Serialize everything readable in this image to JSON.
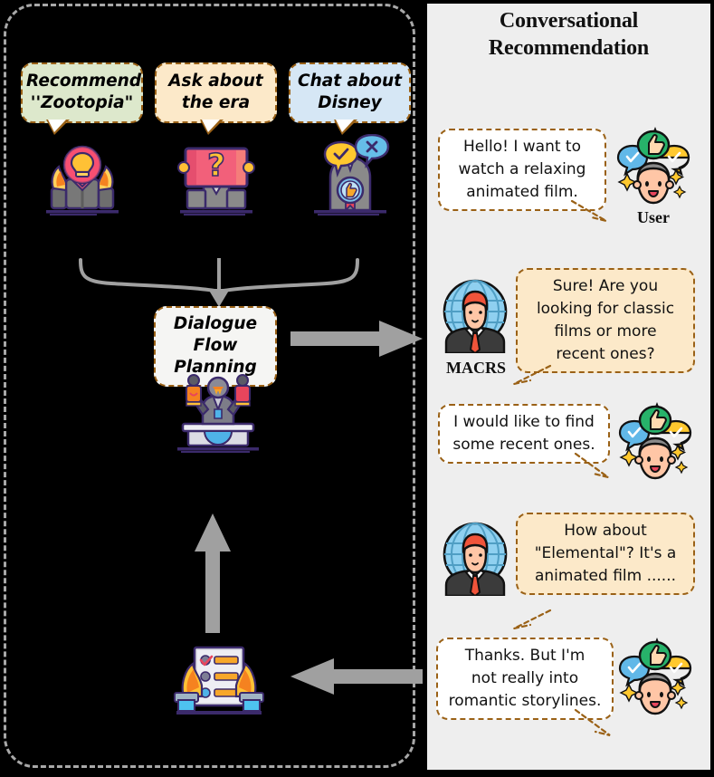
{
  "left_panel": {
    "agents": [
      {
        "label": "Recommend\n''Zootopia\"",
        "line1": "Recommend",
        "line2": "''Zootopia\"",
        "bubble_color": "#dde8cc",
        "icon": "lightbulb-hands-agent-icon"
      },
      {
        "label": "Ask about the era",
        "line1": "Ask about",
        "line2": "the era",
        "bubble_color": "#fce9c9",
        "icon": "question-screen-agent-icon"
      },
      {
        "label": "Chat about Disney",
        "line1": "Chat about",
        "line2": "Disney",
        "bubble_color": "#d6e7f5",
        "icon": "chat-approve-agent-icon"
      }
    ],
    "planner": {
      "line1": "Dialogue",
      "line2": "Flow Planning",
      "icon": "puppeteer-planner-icon"
    },
    "feedback": {
      "icon": "checklist-hands-icon"
    }
  },
  "right_panel": {
    "title_line1": "Conversational",
    "title_line2": "Recommendation",
    "speakers": {
      "user": "User",
      "agent": "MACRS"
    },
    "messages": [
      {
        "role": "user",
        "lines": [
          "Hello! I want to",
          "watch a relaxing",
          "animated film."
        ]
      },
      {
        "role": "agent",
        "lines": [
          "Sure! Are you",
          "looking for classic",
          "films or more",
          "recent ones?"
        ]
      },
      {
        "role": "user",
        "lines": [
          "I would like to find",
          "some recent ones."
        ]
      },
      {
        "role": "agent",
        "lines": [
          "How about",
          "\"Elemental\"? It's a",
          "animated film ......"
        ]
      },
      {
        "role": "user",
        "lines": [
          "Thanks. But I'm",
          "not really into",
          "romantic storylines."
        ]
      }
    ]
  },
  "colors": {
    "panel_bg": "#eeeeee",
    "left_bg": "#000000",
    "bubble_border": "#9a6116",
    "arrow": "#a0a0a0",
    "dash_border": "#a8a8a8"
  }
}
